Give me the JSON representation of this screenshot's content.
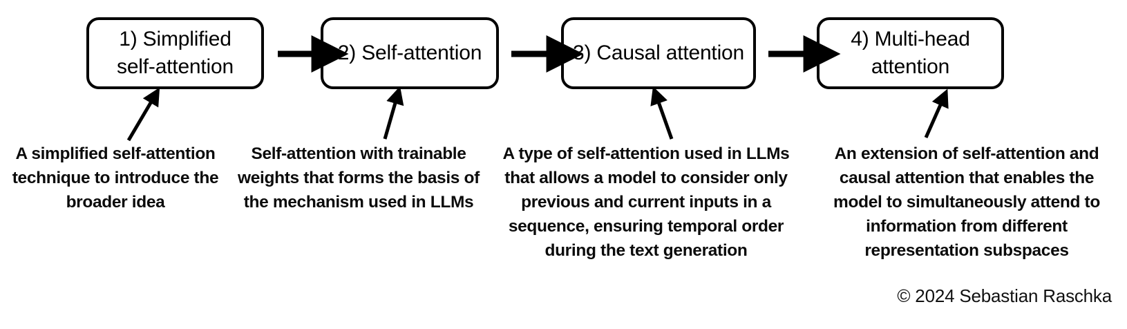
{
  "diagram": {
    "title": "Attention mechanism chapter roadmap",
    "background_color": "#ffffff",
    "stroke_color": "#000000",
    "boxes": [
      {
        "id": "box1",
        "label": "1) Simplified\nself-attention"
      },
      {
        "id": "box2",
        "label": "2) Self-attention"
      },
      {
        "id": "box3",
        "label": "3) Causal attention"
      },
      {
        "id": "box4",
        "label": "4) Multi-head\nattention"
      }
    ],
    "connectors": [
      {
        "id": "arrow-1-2",
        "from": "box1",
        "to": "box2",
        "kind": "horizontal-arrow"
      },
      {
        "id": "arrow-2-3",
        "from": "box2",
        "to": "box3",
        "kind": "horizontal-arrow"
      },
      {
        "id": "arrow-3-4",
        "from": "box3",
        "to": "box4",
        "kind": "horizontal-arrow"
      },
      {
        "id": "pointer-1",
        "from": "caption-1",
        "to": "box1",
        "kind": "diagonal-arrow"
      },
      {
        "id": "pointer-2",
        "from": "caption-2",
        "to": "box2",
        "kind": "diagonal-arrow"
      },
      {
        "id": "pointer-3",
        "from": "caption-3",
        "to": "box3",
        "kind": "diagonal-arrow"
      },
      {
        "id": "pointer-4",
        "from": "caption-4",
        "to": "box4",
        "kind": "diagonal-arrow"
      }
    ],
    "captions": [
      {
        "id": "caption-1",
        "describes": "box1",
        "text": "A simplified self-attention\ntechnique to introduce the\nbroader idea"
      },
      {
        "id": "caption-2",
        "describes": "box2",
        "text": "Self-attention with trainable\nweights that forms the basis of\nthe mechanism used in LLMs"
      },
      {
        "id": "caption-3",
        "describes": "box3",
        "text": "A type of self-attention used in LLMs\nthat allows a model to consider only\nprevious and current inputs in a\nsequence, ensuring temporal order\nduring the text generation"
      },
      {
        "id": "caption-4",
        "describes": "box4",
        "text": "An extension of self-attention and\ncausal attention that enables the\nmodel to simultaneously attend to\ninformation from different\nrepresentation subspaces"
      }
    ],
    "credit": "© 2024 Sebastian Raschka"
  }
}
